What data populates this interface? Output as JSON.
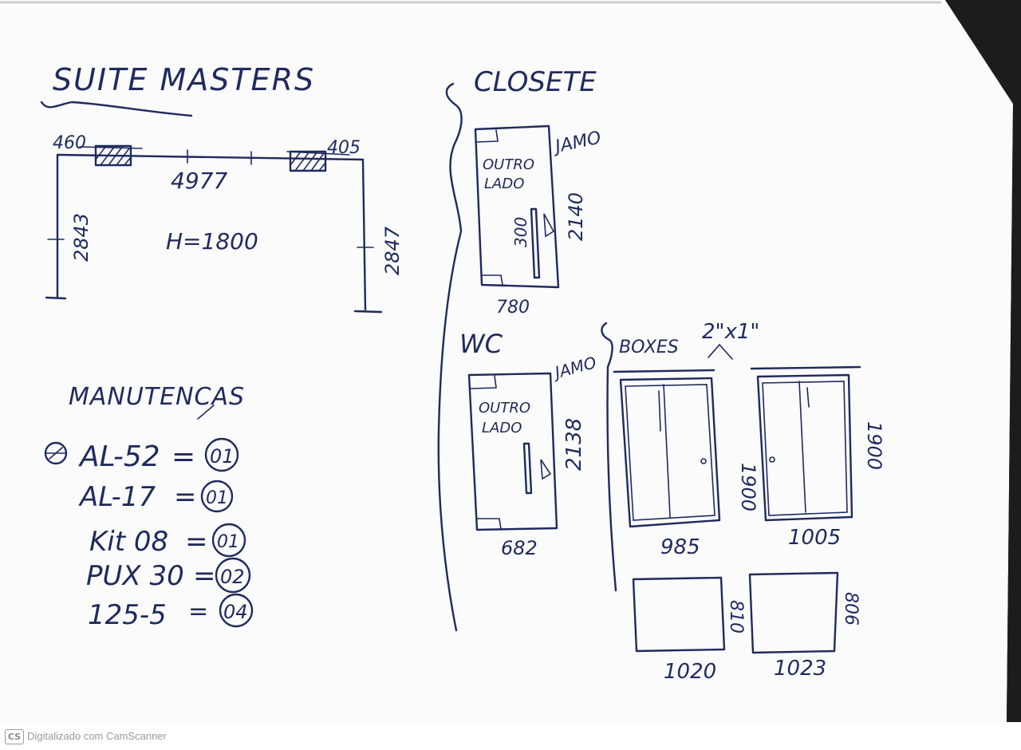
{
  "colors": {
    "paper": "#fbfbfb",
    "ink": "#1f2a5e",
    "background": "#1c1c1c"
  },
  "suite": {
    "title": "SUITE MASTERS",
    "dim_left_top": "460",
    "dim_right_top": "405",
    "dim_width": "4977",
    "dim_height": "H=1800",
    "dim_left": "2843",
    "dim_right": "2847"
  },
  "closet": {
    "title": "CLOSETE",
    "jamb_label": "JAMO",
    "other_side_line1": "OUTRO",
    "other_side_line2": "LADO",
    "dim_handle": "300",
    "dim_height": "2140",
    "dim_width": "780"
  },
  "wc": {
    "title": "WC",
    "jamb_label": "JAMO",
    "other_side_line1": "OUTRO",
    "other_side_line2": "LADO",
    "dim_height": "2138",
    "dim_width": "682"
  },
  "boxes": {
    "title": "BOXES",
    "note": "2\"x1\"",
    "box1_width": "985",
    "box1_height": "1900",
    "box2_width": "1005",
    "box2_height": "1900",
    "panel1_width": "1020",
    "panel1_height": "810",
    "panel2_width": "1023",
    "panel2_height": "806"
  },
  "handles": {
    "title": "MANUTENCAS",
    "items": [
      {
        "code": "AL-52",
        "qty": "01"
      },
      {
        "code": "AL-17",
        "qty": "01"
      },
      {
        "code": "Kit 08",
        "qty": "01"
      },
      {
        "code": "PUX 30",
        "qty": "02"
      },
      {
        "code": "125-5",
        "qty": "04"
      }
    ]
  },
  "footer": {
    "logo": "CS",
    "text": "Digitalizado com CamScanner"
  }
}
